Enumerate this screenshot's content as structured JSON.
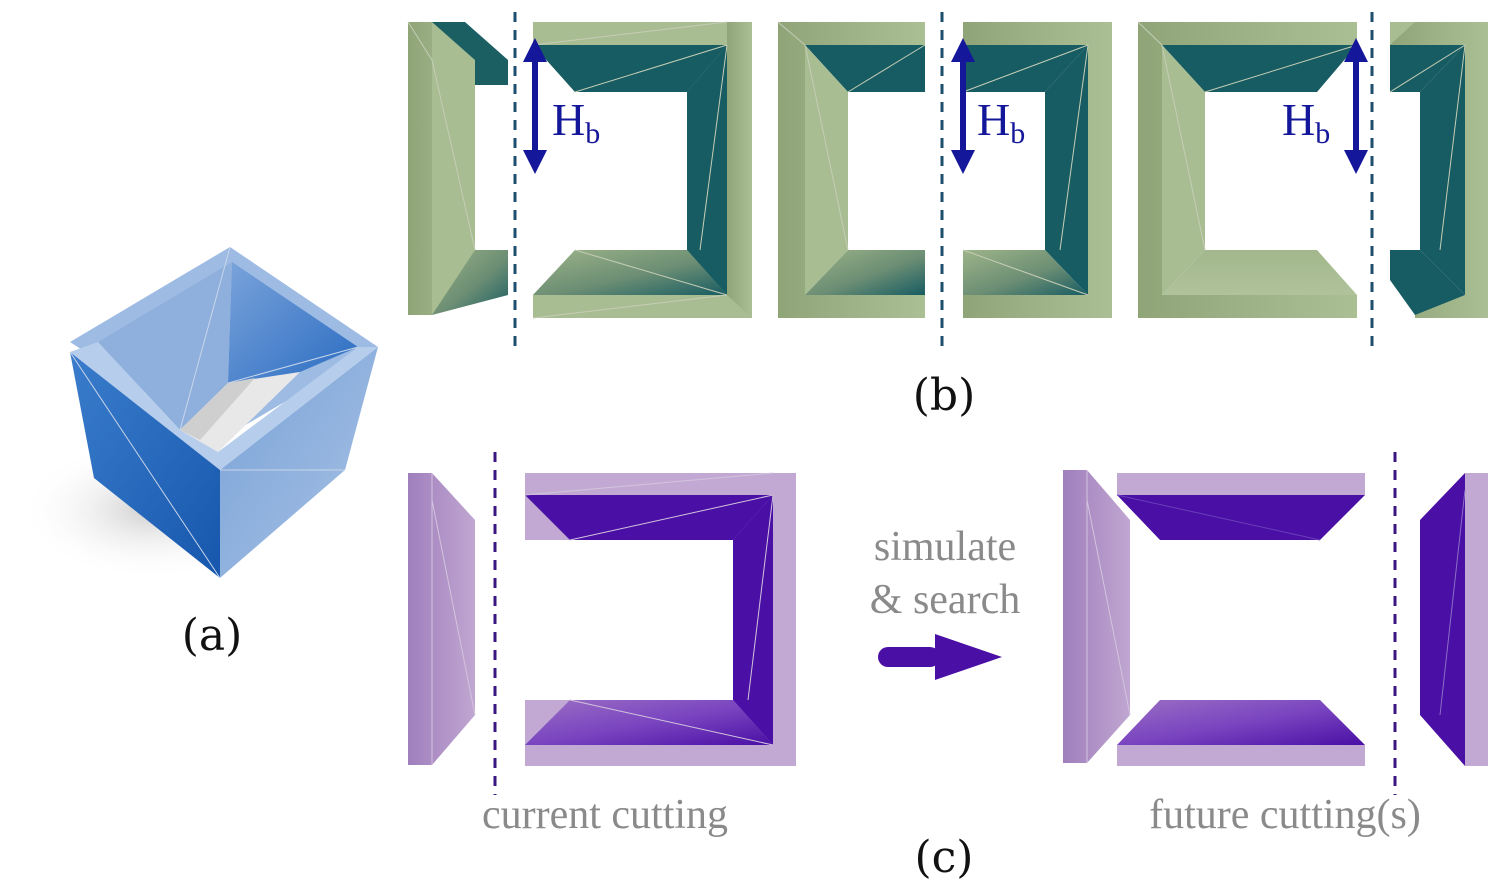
{
  "panels": {
    "a": {
      "caption": "(a)"
    },
    "b": {
      "caption": "(b)",
      "height_label_main": "H",
      "height_label_sub": "b"
    },
    "c": {
      "caption": "(c)",
      "left_label": "current cutting",
      "right_label": "future cutting(s)",
      "arrow_label_line1": "simulate",
      "arrow_label_line2": "& search"
    }
  },
  "colors": {
    "cube_light": "#8fb0dc",
    "cube_dark": "#1e63b8",
    "green_light": "#a4b88e",
    "green_dark": "#175c62",
    "purple_light": "#b89ccb",
    "purple_dark": "#4a0fa5",
    "annotation_blue": "#14179a",
    "gray_text": "#8a8a8a",
    "cut_line_blue": "#1d4e6c",
    "cut_line_purple": "#3a1680"
  }
}
